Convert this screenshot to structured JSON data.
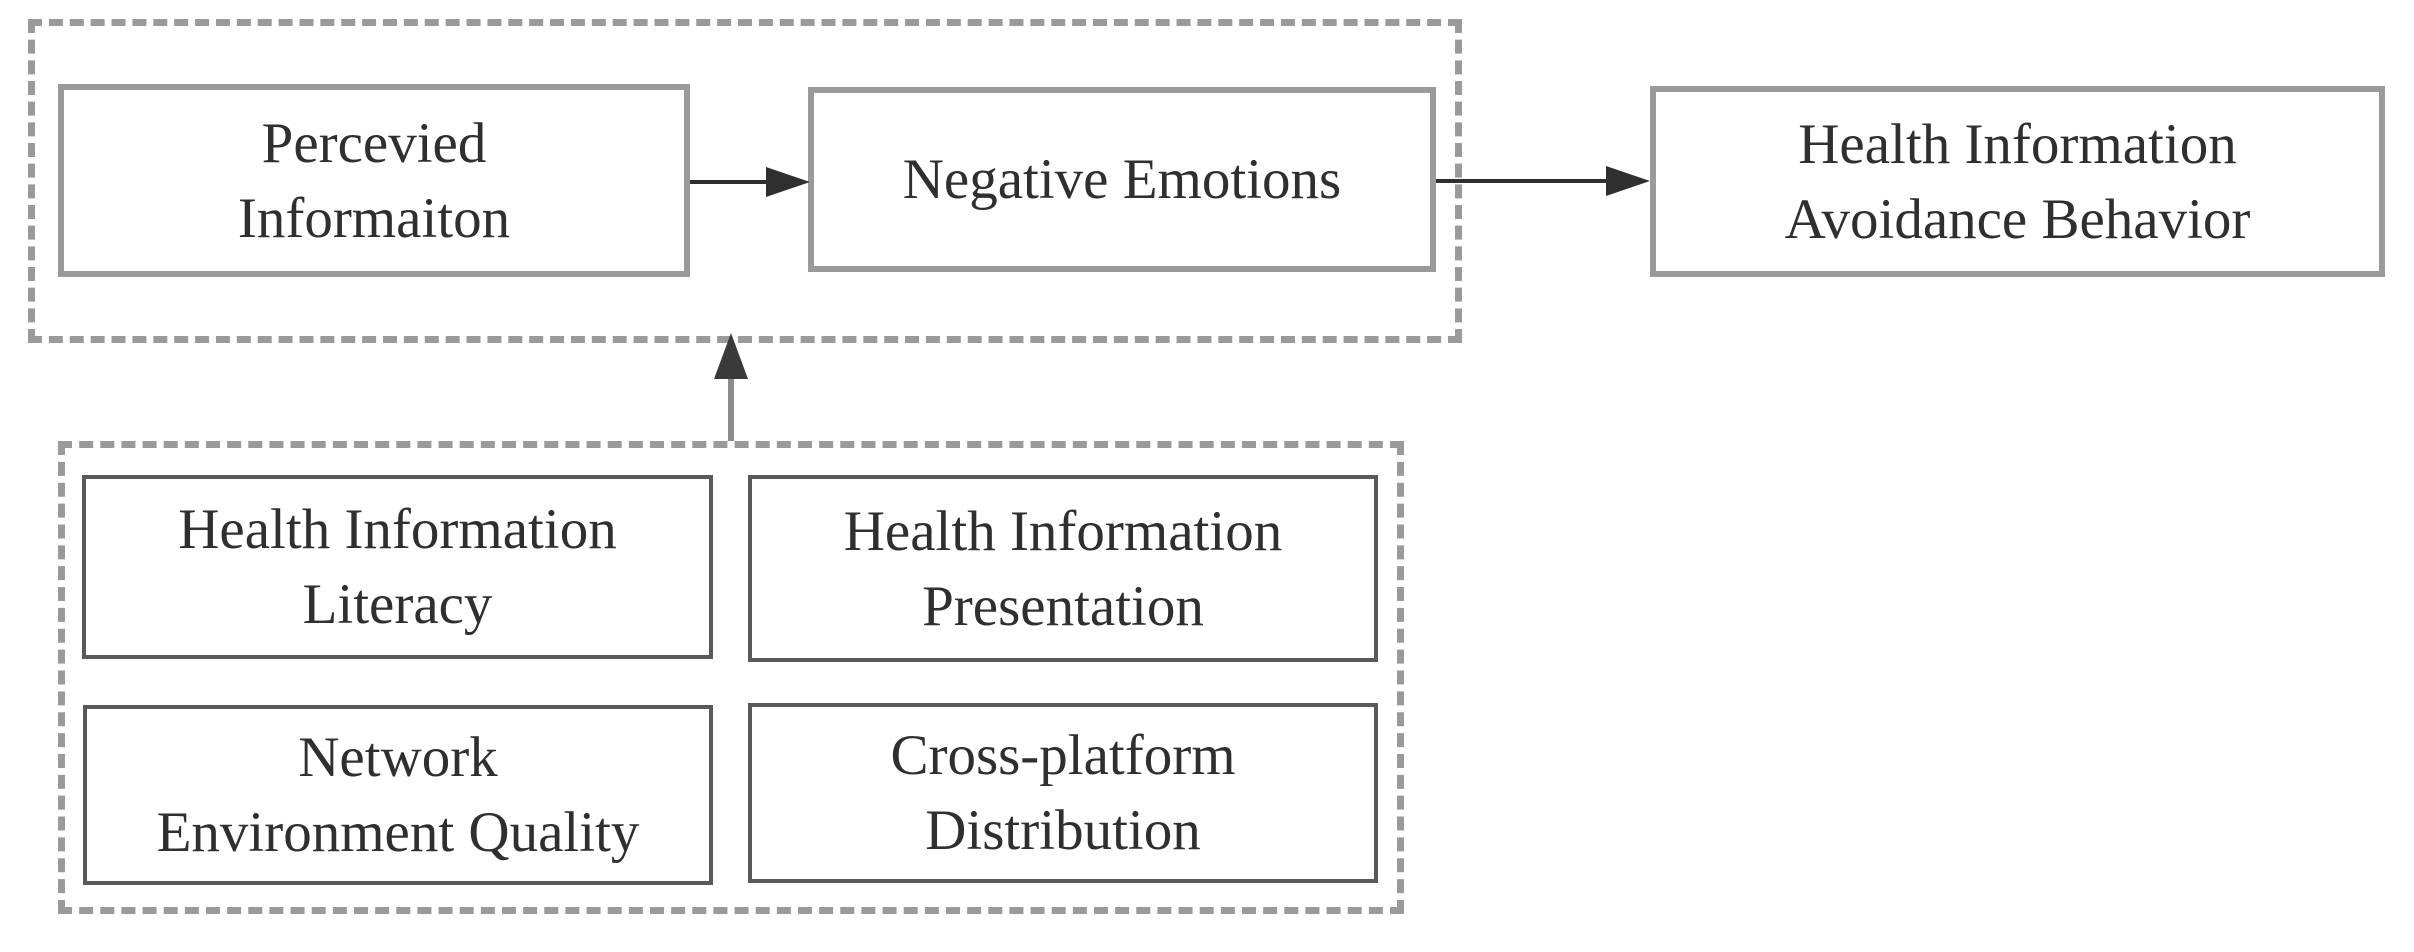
{
  "diagram_type": "conceptual-model-flowchart",
  "colors": {
    "background": "#ffffff",
    "outer_box_border": "#9a9a9a",
    "dashed_group_border": "#9a9a9a",
    "inner_box_border": "#595959",
    "arrow": "#2f2f2f",
    "connector_line": "#8c8c8c",
    "text": "#2f2f2f"
  },
  "nodes": {
    "perceived_information": {
      "line1": "Percevied",
      "line2": "Informaiton"
    },
    "negative_emotions": {
      "line1": "Negative Emotions"
    },
    "health_information_avoidance_behavior": {
      "line1": "Health Information",
      "line2": "Avoidance Behavior"
    },
    "health_information_literacy": {
      "line1": "Health Information",
      "line2": "Literacy"
    },
    "health_information_presentation": {
      "line1": "Health Information",
      "line2": "Presentation"
    },
    "network_environment_quality": {
      "line1": "Network",
      "line2": "Environment Quality"
    },
    "cross_platform_distribution": {
      "line1": "Cross-platform",
      "line2": "Distribution"
    }
  },
  "groups": {
    "mediation_group": {
      "style": "dashed-outline",
      "members": [
        "perceived_information",
        "negative_emotions"
      ]
    },
    "moderators_group": {
      "style": "dashed-outline",
      "members": [
        "health_information_literacy",
        "health_information_presentation",
        "network_environment_quality",
        "cross_platform_distribution"
      ]
    }
  },
  "edges": [
    {
      "from": "perceived_information",
      "to": "negative_emotions",
      "type": "arrow-right"
    },
    {
      "from": "negative_emotions",
      "to": "health_information_avoidance_behavior",
      "type": "arrow-right"
    },
    {
      "from": "moderators_group",
      "to": "mediation_group",
      "type": "arrow-up"
    }
  ]
}
